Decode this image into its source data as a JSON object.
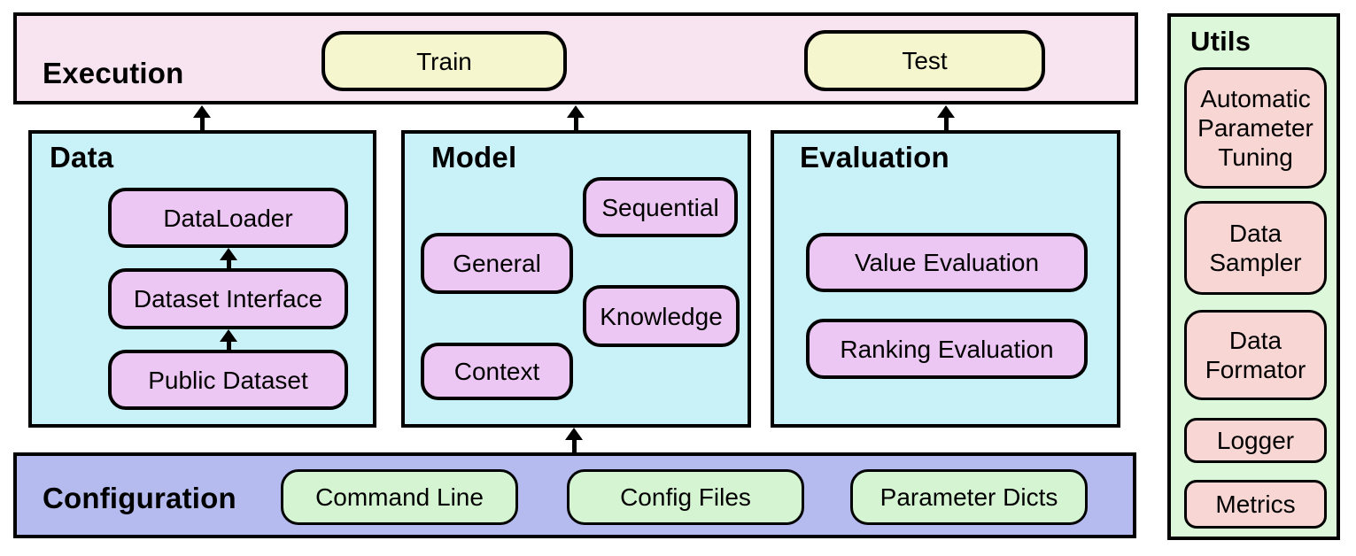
{
  "diagram": {
    "type": "library-architecture-diagram",
    "colors": {
      "execution_bg": "#f8e3f1",
      "execution_item_bg": "#f5f6ce",
      "module_bg": "#c9f1f8",
      "module_item_bg": "#edc7f3",
      "configuration_bg": "#b5bbef",
      "configuration_item_bg": "#d5f5d2",
      "utils_bg": "#dcf7d9",
      "utils_item_bg": "#f8d6d4",
      "border": "#000000"
    }
  },
  "execution": {
    "title": "Execution",
    "buttons": [
      {
        "label": "Train"
      },
      {
        "label": "Test"
      }
    ]
  },
  "data_module": {
    "title": "Data",
    "items": [
      {
        "label": "DataLoader"
      },
      {
        "label": "Dataset Interface"
      },
      {
        "label": "Public Dataset"
      }
    ]
  },
  "model_module": {
    "title": "Model",
    "items": [
      {
        "label": "General"
      },
      {
        "label": "Sequential"
      },
      {
        "label": "Knowledge"
      },
      {
        "label": "Context"
      }
    ]
  },
  "evaluation_module": {
    "title": "Evaluation",
    "items": [
      {
        "label": "Value Evaluation"
      },
      {
        "label": "Ranking Evaluation"
      }
    ]
  },
  "configuration": {
    "title": "Configuration",
    "items": [
      {
        "label": "Command Line"
      },
      {
        "label": "Config Files"
      },
      {
        "label": "Parameter Dicts"
      }
    ]
  },
  "utils": {
    "title": "Utils",
    "items": [
      {
        "label": "Automatic Parameter Tuning"
      },
      {
        "label": "Data Sampler"
      },
      {
        "label": "Data Formator"
      },
      {
        "label": "Logger"
      },
      {
        "label": "Metrics"
      }
    ]
  },
  "arrows": [
    {
      "from": "Data",
      "to": "Execution"
    },
    {
      "from": "Model",
      "to": "Execution"
    },
    {
      "from": "Evaluation",
      "to": "Execution"
    },
    {
      "from": "Configuration",
      "to": "Model"
    },
    {
      "from": "Public Dataset",
      "to": "Dataset Interface"
    },
    {
      "from": "Dataset Interface",
      "to": "DataLoader"
    }
  ]
}
